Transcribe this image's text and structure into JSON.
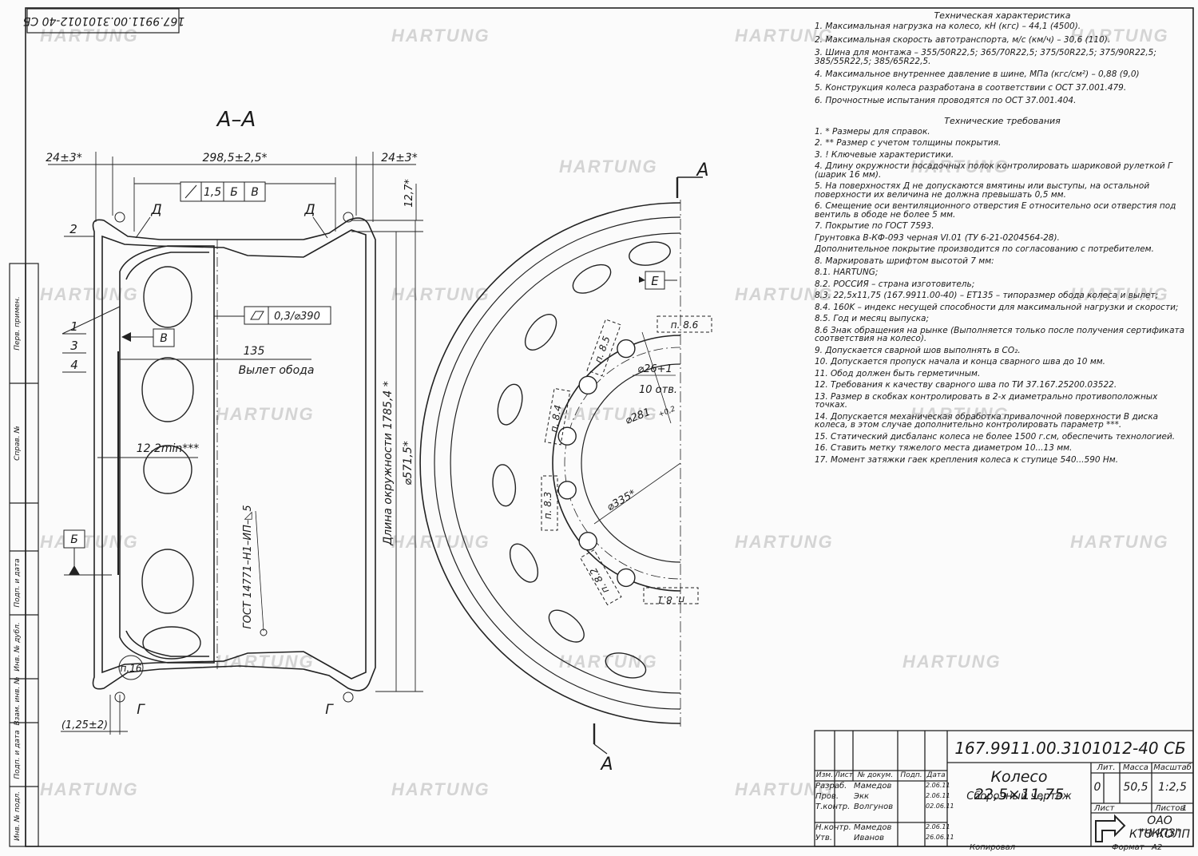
{
  "stamp_rotated": "167.9911.00.3101012-40 СБ",
  "watermark": "HARTUNG",
  "section": {
    "title": "А–А",
    "dims": {
      "left_flange": "24±3*",
      "width": "298,5±2,5*",
      "right_flange": "24±3*",
      "flange_height": "12,7*",
      "runout": [
        "1,5",
        "Б",
        "В"
      ],
      "flatness": "0,3/⌀390",
      "offset_value": "135",
      "offset_label": "Вылет обода",
      "min_thickness": "12,2min***",
      "circumference": "Длина окружности 1785,4 *",
      "diameter": "⌀571,5*",
      "gost": "ГОСТ 14771–Н1–ИП–◺5",
      "radius": "п.16",
      "tolerance": "(1,25±2)"
    },
    "callouts": [
      "1",
      "2",
      "3",
      "4"
    ],
    "surface_marks": [
      "Д",
      "Д",
      "Г",
      "Г"
    ],
    "datum_b": "В",
    "datum_bb": "Б"
  },
  "front_view": {
    "section_mark": "А",
    "valve_mark": "Е",
    "hole_dia": "⌀26+1",
    "hole_count": "10 отв.",
    "pcd": "⌀281",
    "pcd_tol": "+0,2",
    "center_bore": "⌀335*",
    "refs": [
      "п. 8.6",
      "п. 8.5",
      "п. 8.4",
      "п. 8.3",
      "п. 8.2",
      "п. 8.1"
    ]
  },
  "tech_char": {
    "heading": "Техническая характеристика",
    "items": [
      "1. Максимальная нагрузка на колесо, кН (кгс) – 44,1 (4500).",
      "2. Максимальная скорость автотранспорта, м/с (км/ч) – 30,6 (110).",
      "3. Шина для монтажа – 355/50R22,5; 365/70R22,5; 375/50R22,5; 375/90R22,5; 385/55R22,5; 385/65R22,5.",
      "4. Максимальное внутреннее давление в шине, МПа (кгс/см²) – 0,88 (9,0)",
      "5. Конструкция колеса разработана в соответствии с ОСТ 37.001.479.",
      "6. Прочностные испытания проводятся по ОСТ 37.001.404."
    ]
  },
  "tech_req": {
    "heading": "Технические требования",
    "items": [
      "1. * Размеры для справок.",
      "2. ** Размер с учетом толщины покрытия.",
      "3. ! Ключевые характеристики.",
      "4. Длину окружности посадочных полок контролировать шариковой рулеткой Г (шарик 16 мм).",
      "5. На поверхностях Д не допускаются вмятины или выступы, на остальной поверхности их величина не должна превышать 0,5 мм.",
      "6. Смещение оси вентиляционного отверстия Е относительно оси отверстия под вентиль в ободе не более 5 мм.",
      "7. Покрытие по ГОСТ 7593.",
      "Грунтовка В-КФ-093 черная VI.01 (ТУ 6-21-0204564-28).",
      "Дополнительное покрытие производится по согласованию с потребителем.",
      "8. Маркировать шрифтом высотой 7 мм:",
      "8.1. HARTUNG;",
      "8.2. РОССИЯ – страна изготовитель;",
      "8.3. 22,5х11,75 (167.9911.00-40) – ET135 – типоразмер обода колеса и вылет;",
      "8.4. 160K – индекс несущей способности для максимальной нагрузки и скорости;",
      "8.5. Год и месяц выпуска;",
      "8.6 Знак обращения на рынке (Выполняется только после получения сертификата соответствия на колесо).",
      "9. Допускается сварной шов выполнять в CO₂.",
      "10. Допускается пропуск начала и конца сварного шва до 10 мм.",
      "11. Обод должен быть герметичным.",
      "12. Требования к качеству сварного шва по ТИ 37.167.25200.03522.",
      "13. Размер в скобках контролировать в 2-х диаметрально противоположных точках.",
      "14. Допускается механическая обработка привалочной поверхности В диска колеса, в этом случае дополнительно контролировать параметр ***.",
      "15. Статический дисбаланс колеса не более 1500 г.см, обеспечить технологией.",
      "16. Ставить метку тяжелого места диаметром 10...13 мм.",
      "17. Момент затяжки гаек крепления колеса к ступице 540...590 Нм."
    ]
  },
  "title_block": {
    "doc_number": "167.9911.00.3101012-40 СБ",
    "name": "Колесо 22,5×11,75",
    "doc_type": "Сборочный чертеж",
    "headers": [
      "Изм.",
      "Лист",
      "№ докум.",
      "Подп.",
      "Дата"
    ],
    "roles": [
      {
        "role": "Разраб.",
        "name": "Мамедов",
        "date": "2.06.11"
      },
      {
        "role": "Пров.",
        "name": "Экк",
        "date": "2.06.11"
      },
      {
        "role": "Т.контр.",
        "name": "Волгунов",
        "date": "02.06.11"
      },
      {
        "role": "Н.контр.",
        "name": "Мамедов",
        "date": "2.06.11"
      },
      {
        "role": "Утв.",
        "name": "Иванов",
        "date": "26.06.11"
      }
    ],
    "lit_label": "Лит.",
    "mass_label": "Масса",
    "scale_label": "Масштаб",
    "lit": "0",
    "mass": "50,5",
    "scale": "1:2,5",
    "sheet_label": "Лист",
    "sheets_label": "Листов",
    "sheets": "1",
    "org": "ОАО \"ЧКПЗ\"",
    "dept": "КТО КОЛП",
    "copied": "Копировал",
    "format_label": "Формат",
    "format": "A2"
  },
  "margin_labels": [
    "Перв. примен.",
    "Справ. №",
    "Подп. и дата",
    "Инв. № дубл.",
    "Взам. инв. №",
    "Подп. и дата",
    "Инв. № подл."
  ]
}
